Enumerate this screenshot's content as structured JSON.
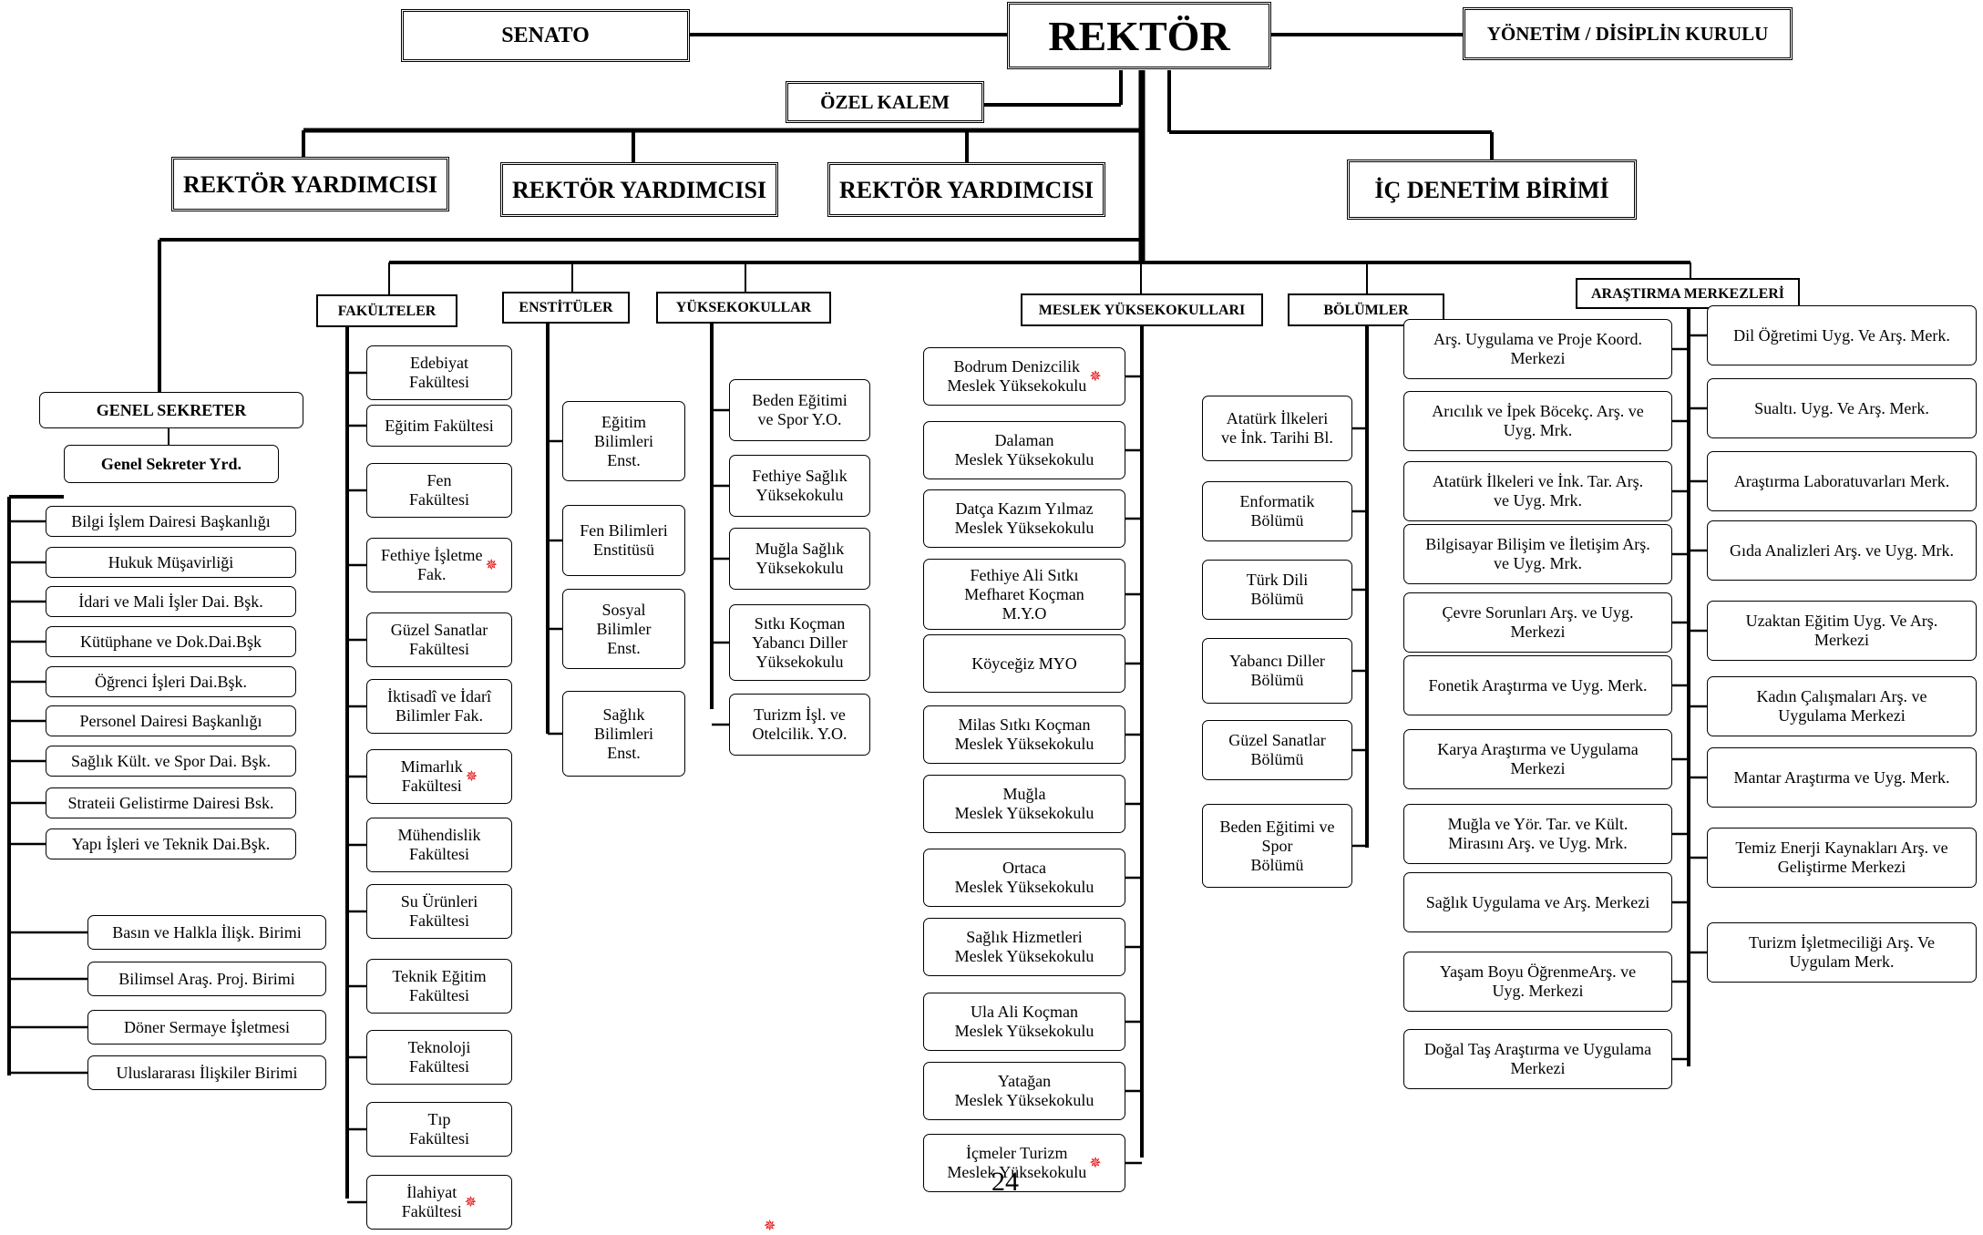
{
  "top": {
    "rektor": "REKTÖR",
    "senato": "SENATO",
    "yonetim": "YÖNETİM / DİSİPLİN KURULU",
    "ozel_kalem": "ÖZEL KALEM",
    "yardimci": [
      "REKTÖR YARDIMCISI",
      "REKTÖR YARDIMCISI",
      "REKTÖR YARDIMCISI"
    ],
    "ic_denetim": "İÇ DENETİM BİRİMİ"
  },
  "headers": {
    "fakulteler": "FAKÜLTELER",
    "enstituler": "ENSTİTÜLER",
    "yuksekokullar": "YÜKSEKOKULLAR",
    "myo": "MESLEK YÜKSEKOKULLARI",
    "bolumler": "BÖLÜMLER",
    "arastirma": "ARAŞTIRMA MERKEZLERİ"
  },
  "genel_sekreter": {
    "title": "GENEL SEKRETER",
    "yrd": "Genel Sekreter Yrd.",
    "units": [
      "Bilgi İşlem Dairesi Başkanlığı",
      "Hukuk Müşavirliği",
      "İdari ve Mali İşler Dai. Bşk.",
      "Kütüphane ve Dok.Dai.Bşk",
      "Öğrenci İşleri Dai.Bşk.",
      "Personel Dairesi Başkanlığı",
      "Sağlık Kült. ve Spor Dai. Bşk.",
      "Strateii Gelistirme Dairesi Bsk.",
      "Yapı İşleri ve Teknik Dai.Bşk."
    ],
    "units2": [
      "Basın ve Halkla  İlişk. Birimi",
      "Bilimsel Araş. Proj. Birimi",
      "Döner Sermaye İşletmesi",
      "Uluslararası İlişkiler Birimi"
    ]
  },
  "fakulteler": [
    {
      "label": "Edebiyat\nFakültesi",
      "star": false
    },
    {
      "label": "Eğitim Fakültesi",
      "star": false
    },
    {
      "label": "Fen\nFakültesi",
      "star": false
    },
    {
      "label": "Fethiye İşletme\nFak.",
      "star": true
    },
    {
      "label": "Güzel Sanatlar\nFakültesi",
      "star": false
    },
    {
      "label": "İktisadî ve İdarî\nBilimler Fak.",
      "star": false
    },
    {
      "label": "Mimarlık\nFakültesi",
      "star": true
    },
    {
      "label": "Mühendislik\nFakültesi",
      "star": false
    },
    {
      "label": "Su Ürünleri\nFakültesi",
      "star": false
    },
    {
      "label": "Teknik Eğitim\nFakültesi",
      "star": false
    },
    {
      "label": "Teknoloji\nFakültesi",
      "star": false
    },
    {
      "label": "Tıp\nFakültesi",
      "star": false
    },
    {
      "label": "İlahiyat\nFakültesi",
      "star": true
    }
  ],
  "enstituler": [
    "Eğitim\nBilimleri\nEnst.",
    "Fen Bilimleri\nEnstitüsü",
    "Sosyal\nBilimler\nEnst.",
    "Sağlık\nBilimleri\nEnst."
  ],
  "yuksekokullar": [
    "Beden Eğitimi\nve Spor Y.O.",
    "Fethiye Sağlık\nYüksekokulu",
    "Muğla Sağlık\nYüksekokulu",
    "Sıtkı Koçman\nYabancı Diller\nYüksekokulu",
    "Turizm İşl. ve\nOtelcilik. Y.O."
  ],
  "myo": [
    {
      "label": "Bodrum Denizcilik\nMeslek Yüksekokulu",
      "star": true
    },
    {
      "label": "Dalaman\nMeslek Yüksekokulu",
      "star": false
    },
    {
      "label": "Datça Kazım Yılmaz\nMeslek Yüksekokulu",
      "star": false
    },
    {
      "label": "Fethiye Ali Sıtkı\nMefharet Koçman\nM.Y.O",
      "star": false
    },
    {
      "label": "Köyceğiz MYO",
      "star": false
    },
    {
      "label": "Milas Sıtkı Koçman\nMeslek Yüksekokulu",
      "star": false
    },
    {
      "label": "Muğla\nMeslek Yüksekokulu",
      "star": false
    },
    {
      "label": "Ortaca\nMeslek Yüksekokulu",
      "star": false
    },
    {
      "label": "Sağlık Hizmetleri\nMeslek Yüksekokulu",
      "star": false
    },
    {
      "label": "Ula Ali Koçman\nMeslek Yüksekokulu",
      "star": false
    },
    {
      "label": "Yatağan\nMeslek Yüksekokulu",
      "star": false
    },
    {
      "label": "İçmeler Turizm\nMeslek Yüksekokulu",
      "star": true
    }
  ],
  "bolumler": [
    "Atatürk İlkeleri\nve İnk. Tarihi Bl.",
    "Enformatik\nBölümü",
    "Türk Dili\nBölümü",
    "Yabancı Diller\nBölümü",
    "Güzel Sanatlar\nBölümü",
    "Beden Eğitimi ve\nSpor\nBölümü"
  ],
  "arastirma_left": [
    "Arş.   Uygulama ve Proje Koord.\nMerkezi",
    "Arıcılık ve İpek Böcekç. Arş. ve\nUyg.   Mrk.",
    "Atatürk İlkeleri ve İnk. Tar. Arş.\nve Uyg.   Mrk.",
    "Bilgisayar Bilişim ve İletişim Arş.\nve Uyg.  Mrk.",
    "Çevre Sorunları Arş.  ve Uyg.\nMerkezi",
    "Fonetik Araştırma ve Uyg. Merk.",
    "Karya Araştırma ve Uygulama\nMerkezi",
    "Muğla ve Yör. Tar. ve Kült.\nMirasını Arş.  ve Uyg. Mrk.",
    "Sağlık Uygulama ve Arş. Merkezi",
    "Yaşam Boyu ÖğrenmeArş.  ve\nUyg. Merkezi",
    "Doğal Taş Araştırma ve Uygulama\nMerkezi"
  ],
  "arastirma_right": [
    "Dil Öğretimi Uyg. Ve Arş. Merk.",
    "Sualtı. Uyg. Ve Arş. Merk.",
    "Araştırma Laboratuvarları Merk.",
    "Gıda Analizleri Arş. ve Uyg.  Mrk.",
    "Uzaktan Eğitim Uyg. Ve Arş.\nMerkezi",
    "Kadın Çalışmaları Arş. ve\nUygulama Merkezi",
    "Mantar Araştırma ve Uyg. Merk.",
    "Temiz Enerji Kaynakları Arş. ve\nGeliştirme Merkezi",
    "Turizm İşletmeciliği Arş. Ve\nUygulam Merk."
  ],
  "page_number": "24",
  "star_color": "#e30000"
}
